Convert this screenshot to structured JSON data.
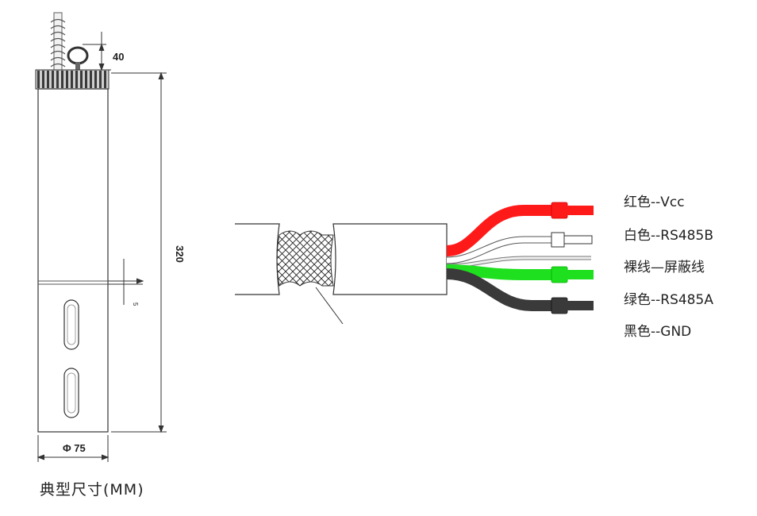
{
  "dimensions": {
    "top_height": "40",
    "total_height": "320",
    "diameter": "Φ 75",
    "slot_note": "5"
  },
  "caption": "典型尺寸(MM)",
  "wires": [
    {
      "label": "红色--Vcc",
      "color": "#ff1a1a"
    },
    {
      "label": "白色--RS485B",
      "color": "#ffffff"
    },
    {
      "label": "裸线—屏蔽线",
      "color": "#dddddd"
    },
    {
      "label": "绿色--RS485A",
      "color": "#1ee01e"
    },
    {
      "label": "黑色--GND",
      "color": "#3a3a3a"
    }
  ]
}
